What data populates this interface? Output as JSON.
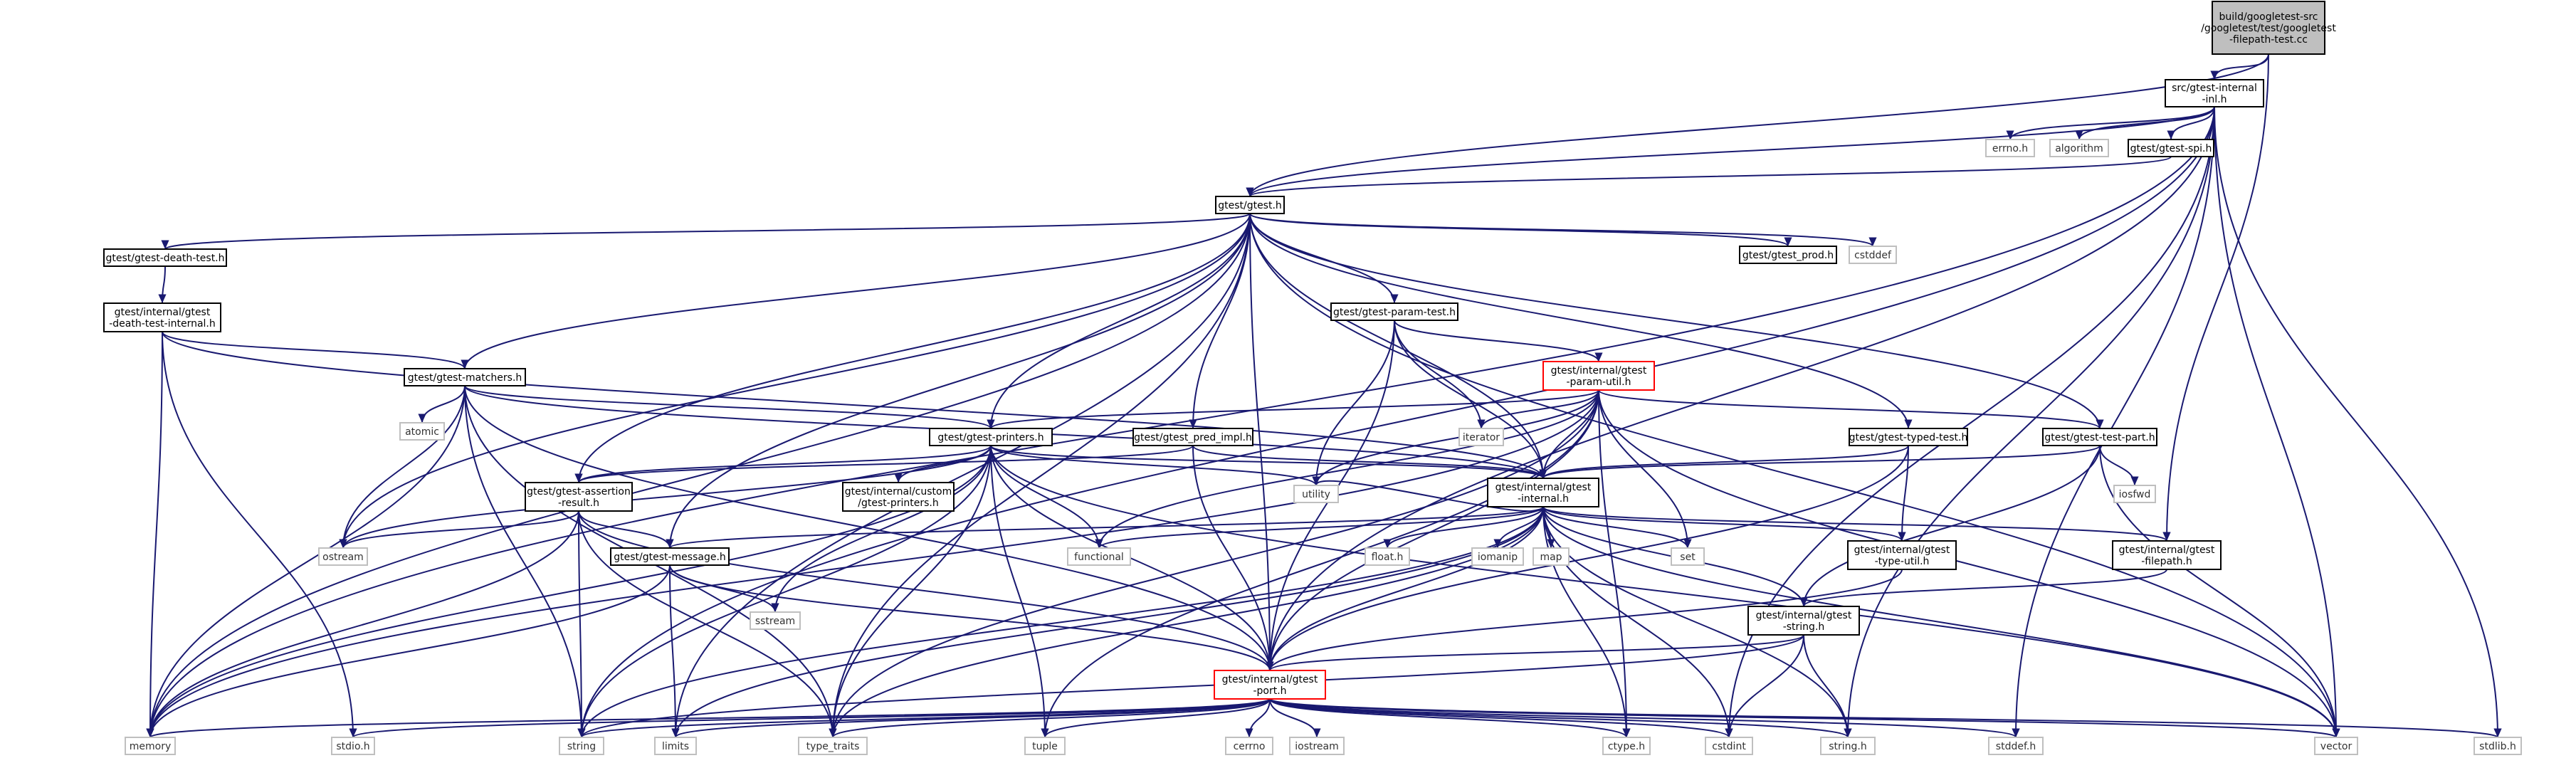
{
  "colors": {
    "edge": "#191970",
    "root_fill": "#bfbfbf",
    "file_border": "#000000",
    "incomplete_border": "#ff0000",
    "system_border": "#bfbfbf"
  },
  "nodes": [
    {
      "id": "root",
      "lines": [
        "build/googletest-src",
        "/googletest/test/googletest",
        "-filepath-test.cc"
      ],
      "kind": "root"
    },
    {
      "id": "inl",
      "lines": [
        "src/gtest-internal",
        "-inl.h"
      ],
      "kind": "file"
    },
    {
      "id": "errno",
      "lines": [
        "errno.h"
      ],
      "kind": "sys"
    },
    {
      "id": "algorithm",
      "lines": [
        "algorithm"
      ],
      "kind": "sys"
    },
    {
      "id": "spi",
      "lines": [
        "gtest/gtest-spi.h"
      ],
      "kind": "file"
    },
    {
      "id": "gtest",
      "lines": [
        "gtest/gtest.h"
      ],
      "kind": "file"
    },
    {
      "id": "deathtest",
      "lines": [
        "gtest/gtest-death-test.h"
      ],
      "kind": "file"
    },
    {
      "id": "prod",
      "lines": [
        "gtest/gtest_prod.h"
      ],
      "kind": "file"
    },
    {
      "id": "cstddef",
      "lines": [
        "cstddef"
      ],
      "kind": "sys"
    },
    {
      "id": "dtinternal",
      "lines": [
        "gtest/internal/gtest",
        "-death-test-internal.h"
      ],
      "kind": "file"
    },
    {
      "id": "paramtest",
      "lines": [
        "gtest/gtest-param-test.h"
      ],
      "kind": "file"
    },
    {
      "id": "matchers",
      "lines": [
        "gtest/gtest-matchers.h"
      ],
      "kind": "file"
    },
    {
      "id": "paramutil",
      "lines": [
        "gtest/internal/gtest",
        "-param-util.h"
      ],
      "kind": "incomplete"
    },
    {
      "id": "atomic",
      "lines": [
        "atomic"
      ],
      "kind": "sys"
    },
    {
      "id": "printers",
      "lines": [
        "gtest/gtest-printers.h"
      ],
      "kind": "file"
    },
    {
      "id": "predimpl",
      "lines": [
        "gtest/gtest_pred_impl.h"
      ],
      "kind": "file"
    },
    {
      "id": "iterator",
      "lines": [
        "iterator"
      ],
      "kind": "sys"
    },
    {
      "id": "typedtest",
      "lines": [
        "gtest/gtest-typed-test.h"
      ],
      "kind": "file"
    },
    {
      "id": "testpart",
      "lines": [
        "gtest/gtest-test-part.h"
      ],
      "kind": "file"
    },
    {
      "id": "utility",
      "lines": [
        "utility"
      ],
      "kind": "sys"
    },
    {
      "id": "internal",
      "lines": [
        "gtest/internal/gtest",
        "-internal.h"
      ],
      "kind": "file"
    },
    {
      "id": "iosfwd",
      "lines": [
        "iosfwd"
      ],
      "kind": "sys"
    },
    {
      "id": "assertion",
      "lines": [
        "gtest/gtest-assertion",
        "-result.h"
      ],
      "kind": "file"
    },
    {
      "id": "customprinters",
      "lines": [
        "gtest/internal/custom",
        "/gtest-printers.h"
      ],
      "kind": "file"
    },
    {
      "id": "ostream",
      "lines": [
        "ostream"
      ],
      "kind": "sys"
    },
    {
      "id": "functional",
      "lines": [
        "functional"
      ],
      "kind": "sys"
    },
    {
      "id": "floath",
      "lines": [
        "float.h"
      ],
      "kind": "sys"
    },
    {
      "id": "iomanip",
      "lines": [
        "iomanip"
      ],
      "kind": "sys"
    },
    {
      "id": "map",
      "lines": [
        "map"
      ],
      "kind": "sys"
    },
    {
      "id": "set",
      "lines": [
        "set"
      ],
      "kind": "sys"
    },
    {
      "id": "typeutil",
      "lines": [
        "gtest/internal/gtest",
        "-type-util.h"
      ],
      "kind": "file"
    },
    {
      "id": "filepath",
      "lines": [
        "gtest/internal/gtest",
        "-filepath.h"
      ],
      "kind": "file"
    },
    {
      "id": "message",
      "lines": [
        "gtest/gtest-message.h"
      ],
      "kind": "file"
    },
    {
      "id": "sstream",
      "lines": [
        "sstream"
      ],
      "kind": "sys"
    },
    {
      "id": "gstring",
      "lines": [
        "gtest/internal/gtest",
        "-string.h"
      ],
      "kind": "file"
    },
    {
      "id": "port",
      "lines": [
        "gtest/internal/gtest",
        "-port.h"
      ],
      "kind": "incomplete"
    },
    {
      "id": "memory",
      "lines": [
        "memory"
      ],
      "kind": "sys"
    },
    {
      "id": "stdioh",
      "lines": [
        "stdio.h"
      ],
      "kind": "sys"
    },
    {
      "id": "string",
      "lines": [
        "string"
      ],
      "kind": "sys"
    },
    {
      "id": "limits",
      "lines": [
        "limits"
      ],
      "kind": "sys"
    },
    {
      "id": "typetraits",
      "lines": [
        "type_traits"
      ],
      "kind": "sys"
    },
    {
      "id": "tuple",
      "lines": [
        "tuple"
      ],
      "kind": "sys"
    },
    {
      "id": "cerrno",
      "lines": [
        "cerrno"
      ],
      "kind": "sys"
    },
    {
      "id": "iostream",
      "lines": [
        "iostream"
      ],
      "kind": "sys"
    },
    {
      "id": "ctypeh",
      "lines": [
        "ctype.h"
      ],
      "kind": "sys"
    },
    {
      "id": "cstdint",
      "lines": [
        "cstdint"
      ],
      "kind": "sys"
    },
    {
      "id": "stringh",
      "lines": [
        "string.h"
      ],
      "kind": "sys"
    },
    {
      "id": "stddefh",
      "lines": [
        "stddef.h"
      ],
      "kind": "sys"
    },
    {
      "id": "vector",
      "lines": [
        "vector"
      ],
      "kind": "sys"
    },
    {
      "id": "stdlibh",
      "lines": [
        "stdlib.h"
      ],
      "kind": "sys"
    }
  ],
  "edges": [
    [
      "root",
      "inl"
    ],
    [
      "root",
      "gtest"
    ],
    [
      "root",
      "filepath"
    ],
    [
      "inl",
      "errno"
    ],
    [
      "inl",
      "algorithm"
    ],
    [
      "inl",
      "spi"
    ],
    [
      "inl",
      "gtest"
    ],
    [
      "inl",
      "memory"
    ],
    [
      "inl",
      "string"
    ],
    [
      "inl",
      "port"
    ],
    [
      "inl",
      "cstdint"
    ],
    [
      "inl",
      "stringh"
    ],
    [
      "inl",
      "stddefh"
    ],
    [
      "inl",
      "vector"
    ],
    [
      "inl",
      "stdlibh"
    ],
    [
      "spi",
      "gtest"
    ],
    [
      "gtest",
      "deathtest"
    ],
    [
      "gtest",
      "prod"
    ],
    [
      "gtest",
      "cstddef"
    ],
    [
      "gtest",
      "paramtest"
    ],
    [
      "gtest",
      "matchers"
    ],
    [
      "gtest",
      "printers"
    ],
    [
      "gtest",
      "predimpl"
    ],
    [
      "gtest",
      "typedtest"
    ],
    [
      "gtest",
      "testpart"
    ],
    [
      "gtest",
      "internal"
    ],
    [
      "gtest",
      "assertion"
    ],
    [
      "gtest",
      "message"
    ],
    [
      "gtest",
      "port"
    ],
    [
      "gtest",
      "ostream"
    ],
    [
      "gtest",
      "memory"
    ],
    [
      "gtest",
      "limits"
    ],
    [
      "gtest",
      "typetraits"
    ],
    [
      "gtest",
      "vector"
    ],
    [
      "deathtest",
      "dtinternal"
    ],
    [
      "dtinternal",
      "matchers"
    ],
    [
      "dtinternal",
      "internal"
    ],
    [
      "dtinternal",
      "memory"
    ],
    [
      "dtinternal",
      "stdioh"
    ],
    [
      "paramtest",
      "paramutil"
    ],
    [
      "paramtest",
      "iterator"
    ],
    [
      "paramtest",
      "utility"
    ],
    [
      "paramtest",
      "internal"
    ],
    [
      "paramtest",
      "port"
    ],
    [
      "matchers",
      "atomic"
    ],
    [
      "matchers",
      "printers"
    ],
    [
      "matchers",
      "internal"
    ],
    [
      "matchers",
      "port"
    ],
    [
      "matchers",
      "ostream"
    ],
    [
      "matchers",
      "memory"
    ],
    [
      "matchers",
      "string"
    ],
    [
      "matchers",
      "typetraits"
    ],
    [
      "paramutil",
      "printers"
    ],
    [
      "paramutil",
      "iterator"
    ],
    [
      "paramutil",
      "utility"
    ],
    [
      "paramutil",
      "internal"
    ],
    [
      "paramutil",
      "port"
    ],
    [
      "paramutil",
      "functional"
    ],
    [
      "paramutil",
      "set"
    ],
    [
      "paramutil",
      "tuple"
    ],
    [
      "paramutil",
      "typetraits"
    ],
    [
      "paramutil",
      "memory"
    ],
    [
      "paramutil",
      "vector"
    ],
    [
      "paramutil",
      "ctypeh"
    ],
    [
      "paramutil",
      "testpart"
    ],
    [
      "printers",
      "customprinters"
    ],
    [
      "printers",
      "assertion"
    ],
    [
      "printers",
      "internal"
    ],
    [
      "printers",
      "port"
    ],
    [
      "printers",
      "functional"
    ],
    [
      "printers",
      "sstream"
    ],
    [
      "printers",
      "utility"
    ],
    [
      "printers",
      "ostream"
    ],
    [
      "printers",
      "memory"
    ],
    [
      "printers",
      "string"
    ],
    [
      "printers",
      "tuple"
    ],
    [
      "printers",
      "typetraits"
    ],
    [
      "printers",
      "vector"
    ],
    [
      "predimpl",
      "assertion"
    ],
    [
      "predimpl",
      "internal"
    ],
    [
      "predimpl",
      "port"
    ],
    [
      "typedtest",
      "internal"
    ],
    [
      "typedtest",
      "typeutil"
    ],
    [
      "typedtest",
      "port"
    ],
    [
      "testpart",
      "iosfwd"
    ],
    [
      "testpart",
      "internal"
    ],
    [
      "testpart",
      "gstring"
    ],
    [
      "testpart",
      "vector"
    ],
    [
      "internal",
      "message"
    ],
    [
      "internal",
      "functional"
    ],
    [
      "internal",
      "floath"
    ],
    [
      "internal",
      "iomanip"
    ],
    [
      "internal",
      "map"
    ],
    [
      "internal",
      "set"
    ],
    [
      "internal",
      "typeutil"
    ],
    [
      "internal",
      "filepath"
    ],
    [
      "internal",
      "gstring"
    ],
    [
      "internal",
      "port"
    ],
    [
      "internal",
      "ctypeh"
    ],
    [
      "internal",
      "cstdint"
    ],
    [
      "internal",
      "stringh"
    ],
    [
      "internal",
      "vector"
    ],
    [
      "internal",
      "limits"
    ],
    [
      "internal",
      "typetraits"
    ],
    [
      "internal",
      "string"
    ],
    [
      "internal",
      "utility"
    ],
    [
      "assertion",
      "message"
    ],
    [
      "assertion",
      "port"
    ],
    [
      "assertion",
      "ostream"
    ],
    [
      "assertion",
      "memory"
    ],
    [
      "assertion",
      "string"
    ],
    [
      "assertion",
      "typetraits"
    ],
    [
      "message",
      "sstream"
    ],
    [
      "message",
      "port"
    ],
    [
      "message",
      "memory"
    ],
    [
      "message",
      "limits"
    ],
    [
      "typeutil",
      "port"
    ],
    [
      "filepath",
      "gstring"
    ],
    [
      "gstring",
      "port"
    ],
    [
      "gstring",
      "cstdint"
    ],
    [
      "gstring",
      "stringh"
    ],
    [
      "gstring",
      "string"
    ],
    [
      "port",
      "memory"
    ],
    [
      "port",
      "stdioh"
    ],
    [
      "port",
      "string"
    ],
    [
      "port",
      "limits"
    ],
    [
      "port",
      "typetraits"
    ],
    [
      "port",
      "tuple"
    ],
    [
      "port",
      "cerrno"
    ],
    [
      "port",
      "iostream"
    ],
    [
      "port",
      "ctypeh"
    ],
    [
      "port",
      "cstdint"
    ],
    [
      "port",
      "stringh"
    ],
    [
      "port",
      "stddefh"
    ],
    [
      "port",
      "vector"
    ],
    [
      "port",
      "stdlibh"
    ]
  ]
}
